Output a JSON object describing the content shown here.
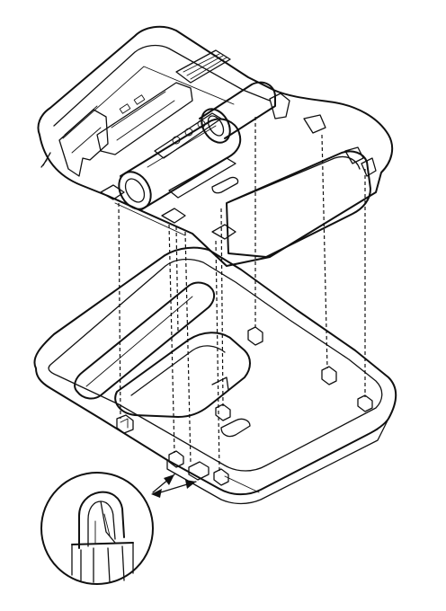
{
  "diagram": {
    "parts": [
      {
        "id": "overhead-console-assembly",
        "caption": ""
      },
      {
        "id": "headliner-trim-panel",
        "caption": ""
      },
      {
        "id": "clip-detail-callout",
        "caption": ""
      }
    ],
    "alignment_lines": 9,
    "colors": {
      "ink": "#111111",
      "paper": "#ffffff"
    }
  }
}
